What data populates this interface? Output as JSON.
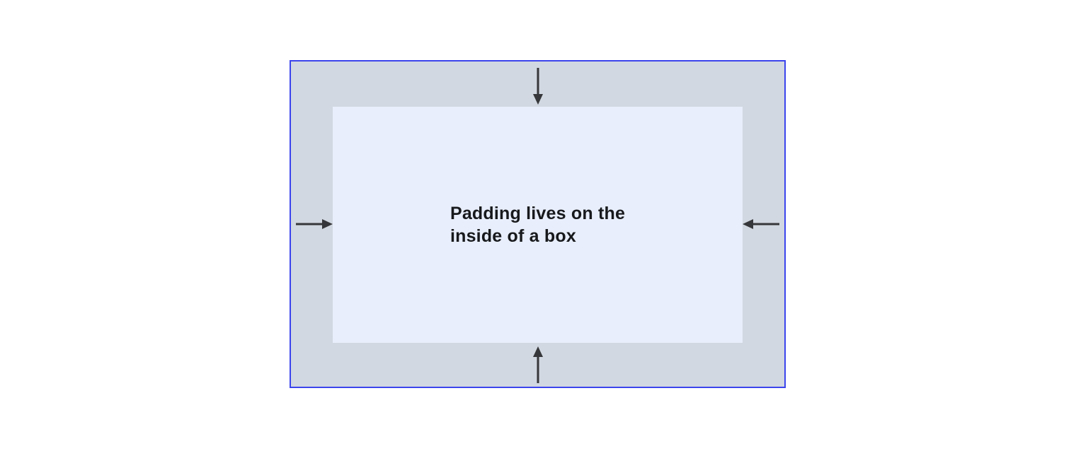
{
  "page": {
    "background": "#ffffff"
  },
  "diagram": {
    "description": "Box model diagram showing padding inside a bordered box",
    "caption_lines": {
      "0": "Padding lives on the",
      "1": "inside of a box"
    },
    "arrows": [
      {
        "position": "top",
        "icon": "arrow-down-icon",
        "direction": "down"
      },
      {
        "position": "right",
        "icon": "arrow-left-icon",
        "direction": "left"
      },
      {
        "position": "bottom",
        "icon": "arrow-up-icon",
        "direction": "up"
      },
      {
        "position": "left",
        "icon": "arrow-right-icon",
        "direction": "right"
      }
    ],
    "colors": {
      "page_bg": "#ffffff",
      "border": "#3b44ed",
      "padding_area": "#d2d8e1",
      "content_area": "#e8eefb",
      "arrow": "#35373a",
      "text": "#17191c"
    }
  }
}
